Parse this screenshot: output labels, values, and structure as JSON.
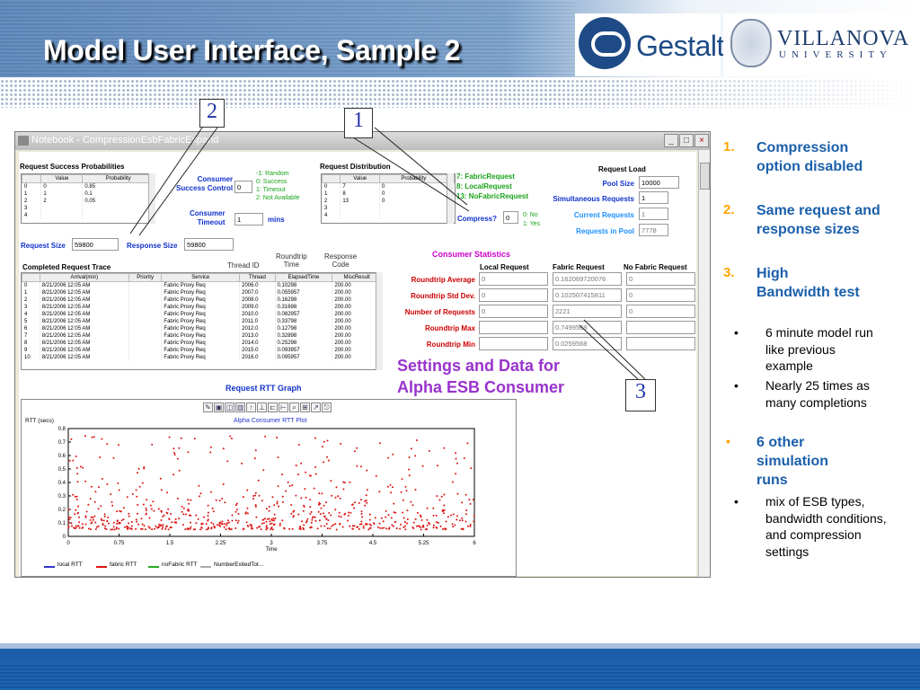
{
  "slide": {
    "title": "Model User Interface, Sample 2",
    "gestalt_logo": "Gestalt",
    "villanova_logo": "VILLANOVA",
    "villanova_sub": "UNIVERSITY"
  },
  "callouts": [
    "1",
    "2",
    "3"
  ],
  "window": {
    "title": "Notebook - CompressionEsbFabricExpand",
    "min": "_",
    "max": "□",
    "close": "×"
  },
  "req_success": {
    "title": "Request Success Probabilities",
    "headers": [
      "Value",
      "Probability"
    ],
    "rows": [
      [
        "0",
        "0",
        "0.85"
      ],
      [
        "1",
        "1",
        "0.1"
      ],
      [
        "2",
        "2",
        "0.05"
      ],
      [
        "3",
        "",
        ""
      ],
      [
        "4",
        "",
        ""
      ]
    ]
  },
  "consumer": {
    "success_label": "Consumer\nSuccess Control",
    "success_value": "0",
    "options": [
      "-1: Random",
      "0: Success",
      "1: Timeout",
      "2: Not Available"
    ],
    "timeout_label": "Consumer\nTimeout",
    "timeout_value": "1",
    "mins": "mins"
  },
  "req_dist": {
    "title": "Request Distribution",
    "headers": [
      "Value",
      "Probability"
    ],
    "rows": [
      [
        "0",
        "7",
        "0"
      ],
      [
        "1",
        "8",
        "0"
      ],
      [
        "2",
        "13",
        "0"
      ],
      [
        "3",
        "",
        ""
      ],
      [
        "4",
        "",
        ""
      ]
    ],
    "legend": [
      "7: FabricRequest",
      "8: LocalRequest",
      "13: NoFabricRequest"
    ],
    "compress_label": "Compress?",
    "compress_value": "0",
    "compress_opts": [
      "0: No",
      "1: Yes"
    ]
  },
  "req_load": {
    "title": "Request Load",
    "pool_size_label": "Pool Size",
    "pool_size": "10000",
    "sim_label": "Simultaneous Requests",
    "sim": "1",
    "current_label": "Current Requests",
    "current": "1",
    "inpool_label": "Requests in Pool",
    "inpool": "7778"
  },
  "sizes": {
    "req_label": "Request Size",
    "req_value": "59800",
    "resp_label": "Response Size",
    "resp_value": "59800"
  },
  "trace": {
    "title": "Completed Request Trace",
    "col_thread": "Thread ID",
    "col_rt": "Roundtrip\nTime",
    "col_rc": "Response\nCode",
    "headers": [
      "Arrival(min)",
      "Priority",
      "Service",
      "Thread",
      "ElapsedTime",
      "MiscResult"
    ],
    "rows": [
      [
        "0",
        "8/21/2006 12:05 AM",
        "",
        "Fabric Proxy Req",
        "2006.0",
        "0.10298",
        "200.00"
      ],
      [
        "1",
        "8/21/2006 12:05 AM",
        "",
        "Fabric Proxy Req",
        "2007.0",
        "0.055957",
        "200.00"
      ],
      [
        "2",
        "8/21/2006 12:05 AM",
        "",
        "Fabric Proxy Req",
        "2008.0",
        "0.16298",
        "200.00"
      ],
      [
        "3",
        "8/21/2006 12:05 AM",
        "",
        "Fabric Proxy Req",
        "2009.0",
        "0.31698",
        "200.00"
      ],
      [
        "4",
        "8/21/2006 12:05 AM",
        "",
        "Fabric Proxy Req",
        "2010.0",
        "0.082957",
        "200.00"
      ],
      [
        "5",
        "8/21/2006 12:05 AM",
        "",
        "Fabric Proxy Req",
        "2011.0",
        "0.33798",
        "200.00"
      ],
      [
        "6",
        "8/21/2006 12:05 AM",
        "",
        "Fabric Proxy Req",
        "2012.0",
        "0.12798",
        "200.00"
      ],
      [
        "7",
        "8/21/2006 12:05 AM",
        "",
        "Fabric Proxy Req",
        "2013.0",
        "0.32898",
        "200.00"
      ],
      [
        "8",
        "8/21/2006 12:05 AM",
        "",
        "Fabric Proxy Req",
        "2014.0",
        "0.25298",
        "200.00"
      ],
      [
        "9",
        "8/21/2006 12:05 AM",
        "",
        "Fabric Proxy Req",
        "2015.0",
        "0.093957",
        "200.00"
      ],
      [
        "10",
        "8/21/2006 12:05 AM",
        "",
        "Fabric Proxy Req",
        "2016.0",
        "0.095957",
        "200.00"
      ]
    ]
  },
  "stats": {
    "title": "Consumer Statistics",
    "cols": [
      "Local Request",
      "Fabric Request",
      "No Fabric Request"
    ],
    "rows": [
      {
        "label": "Roundtrip Average",
        "vals": [
          "0",
          "0.162069720076",
          "0"
        ]
      },
      {
        "label": "Roundtrip Std Dev.",
        "vals": [
          "0",
          "0.102507415811",
          "0"
        ]
      },
      {
        "label": "Number of Requests",
        "vals": [
          "0",
          "2221",
          "0"
        ]
      },
      {
        "label": "Roundtrip Max",
        "vals": [
          "",
          "0.7499568",
          ""
        ]
      },
      {
        "label": "Roundtrip Min",
        "vals": [
          "",
          "0.0259568",
          ""
        ]
      }
    ]
  },
  "alpha_title": [
    "Settings and Data for",
    "Alpha ESB Consumer"
  ],
  "graph": {
    "title": "Request RTT Graph",
    "toolbar": [
      "✎",
      "▣",
      "◫",
      "▥",
      "↑",
      "⊥",
      "⊏",
      "⊢",
      "⌕",
      "⊞",
      "↗",
      "⎋"
    ],
    "legend": [
      {
        "name": "local RTT",
        "color": "#3333cc"
      },
      {
        "name": "fabric RTT",
        "color": "#dd1111"
      },
      {
        "name": "noFabric RTT",
        "color": "#22aa22"
      },
      {
        "name": "NumberExitedTot...",
        "color": "#aaaaaa"
      }
    ]
  },
  "chart_data": {
    "type": "scatter",
    "title": "Alpha Consumer RTT Plot",
    "xlabel": "Time",
    "ylabel": "RTT (secs)",
    "xlim": [
      0,
      6
    ],
    "ylim": [
      0,
      0.8
    ],
    "x_ticks": [
      "0",
      "0.75",
      "1.5",
      "2.25",
      "3",
      "3.75",
      "4.5",
      "5.25",
      "6"
    ],
    "y_ticks": [
      "0",
      "0.1",
      "0.2",
      "0.3",
      "0.4",
      "0.5",
      "0.6",
      "0.7",
      "0.8"
    ],
    "series": [
      {
        "name": "fabric RTT",
        "color": "#dd1111",
        "n_points": 700,
        "bulk_range": [
          0.05,
          0.3
        ],
        "outlier_max": 0.75
      }
    ]
  },
  "bullets": [
    {
      "num": "1.",
      "text": "Compression option disabled"
    },
    {
      "num": "2.",
      "text": "Same request and response sizes"
    },
    {
      "num": "3.",
      "text": "High Bandwidth test"
    }
  ],
  "sub1": [
    "6 minute model run like previous example",
    "Nearly 25 times as many completions"
  ],
  "other": {
    "dot": "•",
    "text": "6 other simulation runs"
  },
  "sub2": [
    "mix of ESB types, bandwidth conditions, and compression settings"
  ]
}
